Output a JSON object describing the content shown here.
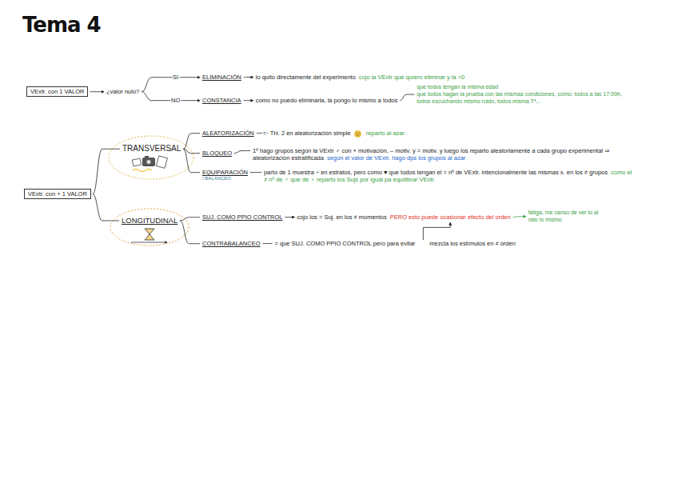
{
  "diagram": {
    "title": "Tema 4",
    "nodes": [
      {
        "text": [
          "VExtr. con 1 VALOR"
        ]
      },
      {
        "text": [
          "¿valor nulo?"
        ]
      },
      {
        "text": [
          "ELIMINACIÓN"
        ]
      },
      {
        "text": [
          "lo quito directamente del experimento",
          "cojo la VExtr que quiero eliminar y la =0"
        ]
      },
      {
        "text": [
          "CONSTANCIA"
        ]
      },
      {
        "text": [
          "como no puedo eliminarla, la pongo lo mismo a todos"
        ]
      },
      {
        "text": [
          "que todos tengan la misma edad",
          "que todos hagan la prueba con las mismas condiciones, como: todos a las 17:00h, todos escuchando mismo ruido, todos misma Tª..."
        ]
      },
      {
        "text": [
          "VExtr. con + 1 VALOR"
        ]
      },
      {
        "text": [
          "TRANSVERSAL"
        ]
      },
      {
        "text": [
          "LONGITUDINAL"
        ]
      },
      {
        "text": [
          "ALEATORIZACIÓN"
        ]
      },
      {
        "text": [
          "TH. 2 en aleatorización simple",
          "reparto al azar"
        ]
      },
      {
        "text": [
          "BLOQUEO"
        ]
      },
      {
        "text": [
          "1º hago grupos según la VExtr ♂ con + motivación, – motiv. y = motiv. y luego los reparto aleatoriamente a cada grupo experimental ⇒ aleatorización estratificada",
          "según el valor de VExtr. hago dps los grupos al azar"
        ]
      },
      {
        "text": [
          "EQUIPARACIÓN",
          "/ BALANCEO"
        ]
      },
      {
        "text": [
          "parto de 1 muestra ÷ en estratos, pero como ♥ que todos tengan el = nº de VExtr. intencionalmente las mismas x. en los ≠ grupos",
          "como el ≠ nº de ♂ que de ♀ reparto los Sujs por igual pa equilibrar VExtr."
        ]
      },
      {
        "text": [
          "SUJ. COMO PPIO CONTROL"
        ]
      },
      {
        "text": [
          "cojo los = Suj. en los ≠ momentos",
          "PERO esto puede ocasionar efecto del orden"
        ]
      },
      {
        "text": [
          "fatiga, me canso de ver lo al rato lo mismo"
        ]
      },
      {
        "text": [
          "CONTRABALANCEO"
        ]
      },
      {
        "text": [
          "= que SUJ. COMO PPIO CONTROL pero para evitar",
          "mezcla los estímulos en ≠ orden"
        ]
      }
    ],
    "edges": [
      {
        "from": 0,
        "to": 1,
        "arrow": "to"
      },
      {
        "from": 1,
        "to": 2,
        "label": "SI",
        "arrow": "to"
      },
      {
        "from": 1,
        "to": 4,
        "label": "NO",
        "arrow": "to"
      },
      {
        "from": 2,
        "to": 3,
        "arrow": "to"
      },
      {
        "from": 4,
        "to": 5,
        "arrow": "to"
      },
      {
        "from": 5,
        "to": 6,
        "arrow": "none"
      },
      {
        "from": 7,
        "to": 8,
        "arrow": "none"
      },
      {
        "from": 7,
        "to": 9,
        "arrow": "none"
      },
      {
        "from": 8,
        "to": 10,
        "arrow": "none"
      },
      {
        "from": 8,
        "to": 12,
        "arrow": "none"
      },
      {
        "from": 8,
        "to": 14,
        "arrow": "none"
      },
      {
        "from": 9,
        "to": 16,
        "arrow": "none"
      },
      {
        "from": 9,
        "to": 19,
        "arrow": "none"
      },
      {
        "from": 10,
        "to": 11,
        "label": "=",
        "arrow": "none"
      },
      {
        "from": 12,
        "to": 13,
        "arrow": "none"
      },
      {
        "from": 14,
        "to": 15,
        "arrow": "none"
      },
      {
        "from": 16,
        "to": 17,
        "arrow": "to"
      },
      {
        "from": 19,
        "to": 20,
        "arrow": "none"
      },
      {
        "from": 17,
        "to": 18,
        "arrow": "to"
      },
      {
        "from": 20,
        "to": 17,
        "arrow": "to"
      }
    ]
  }
}
